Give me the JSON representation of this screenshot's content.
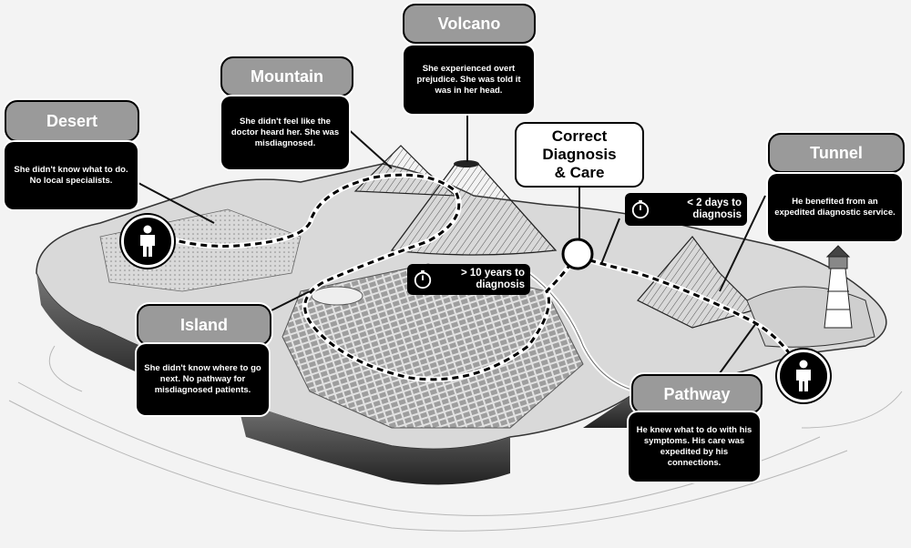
{
  "title": "Correct Diagnosis & Care",
  "goal_lines": [
    "Correct",
    "Diagnosis",
    "& Care"
  ],
  "landmarks": {
    "volcano": {
      "label": "Volcano",
      "text": "She experienced overt prejudice. She was told it was in her head."
    },
    "mountain": {
      "label": "Mountain",
      "text": "She didn't feel like the doctor heard her. She was misdiagnosed."
    },
    "desert": {
      "label": "Desert",
      "text": "She didn't know what to do. No local specialists."
    },
    "island": {
      "label": "Island",
      "text": "She didn't know where to go next. No pathway for misdiagnosed patients."
    },
    "tunnel": {
      "label": "Tunnel",
      "text": "He benefited from an expedited diagnostic service."
    },
    "pathway": {
      "label": "Pathway",
      "text": "He knew what to do with his symptoms. His care was expedited by his connections."
    }
  },
  "timers": {
    "long": {
      "line1": "> 10 years to",
      "line2": "diagnosis"
    },
    "short": {
      "line1": "< 2 days to",
      "line2": "diagnosis"
    }
  },
  "icons": {
    "person": "person-icon",
    "timer": "stopwatch-icon",
    "goal": "target-circle-icon"
  },
  "colors": {
    "label_bg": "#9a9a9a",
    "box_bg": "#000000",
    "text_light": "#ffffff",
    "map_ink": "#333333"
  }
}
